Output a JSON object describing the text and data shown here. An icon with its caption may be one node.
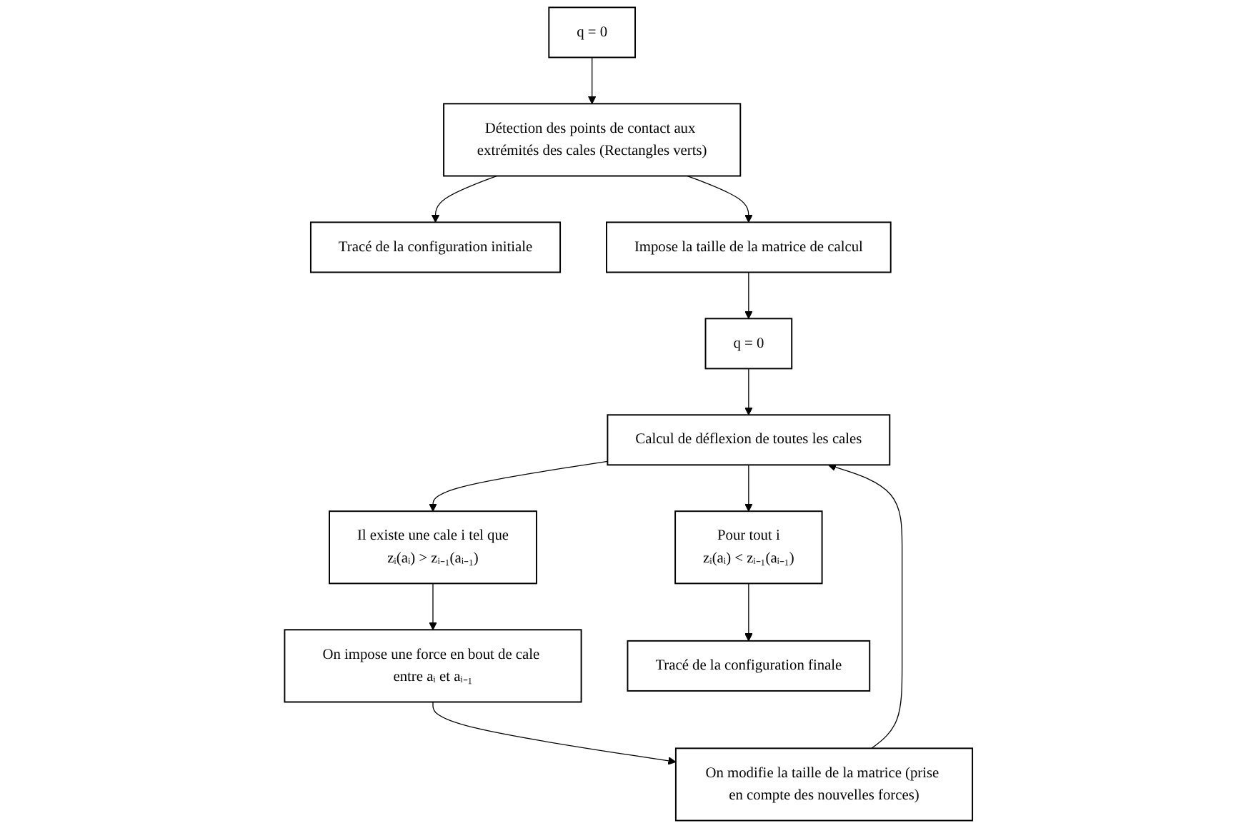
{
  "diagram": {
    "nodes": [
      {
        "text": [
          "q = 0"
        ]
      },
      {
        "text": [
          "Détection des points de contact aux extrémités des cales (Rectangles verts)"
        ]
      },
      {
        "text": [
          "Tracé de la configuration initiale"
        ]
      },
      {
        "text": [
          "Impose la taille de la matrice de calcul"
        ]
      },
      {
        "text": [
          "q = 0"
        ]
      },
      {
        "text": [
          "Calcul de déflexion de toutes les cales"
        ]
      },
      {
        "text": [
          "Pour tout i",
          "zᵢ(aᵢ) < zᵢ₋₁(aᵢ₋₁)"
        ]
      },
      {
        "text": [
          "Il existe une cale i tel que",
          "zᵢ(aᵢ) > zᵢ₋₁(aᵢ₋₁)"
        ]
      },
      {
        "text": [
          "On impose une force en bout de cale entre aᵢ et aᵢ₋₁"
        ]
      },
      {
        "text": [
          "Tracé de la configuration finale"
        ]
      },
      {
        "text": [
          "On modifie la taille de la matrice (prise en compte des nouvelles forces)"
        ]
      }
    ],
    "edges": [
      {
        "from": 0,
        "to": 1,
        "arrow": "to"
      },
      {
        "from": 1,
        "to": 2,
        "arrow": "to"
      },
      {
        "from": 1,
        "to": 3,
        "arrow": "to"
      },
      {
        "from": 3,
        "to": 4,
        "arrow": "to"
      },
      {
        "from": 4,
        "to": 5,
        "arrow": "to"
      },
      {
        "from": 5,
        "to": 6,
        "arrow": "to"
      },
      {
        "from": 5,
        "to": 7,
        "arrow": "to"
      },
      {
        "from": 7,
        "to": 8,
        "arrow": "to"
      },
      {
        "from": 6,
        "to": 9,
        "arrow": "to"
      },
      {
        "from": 8,
        "to": 10,
        "arrow": "to"
      },
      {
        "from": 10,
        "to": 5,
        "arrow": "to"
      }
    ]
  }
}
